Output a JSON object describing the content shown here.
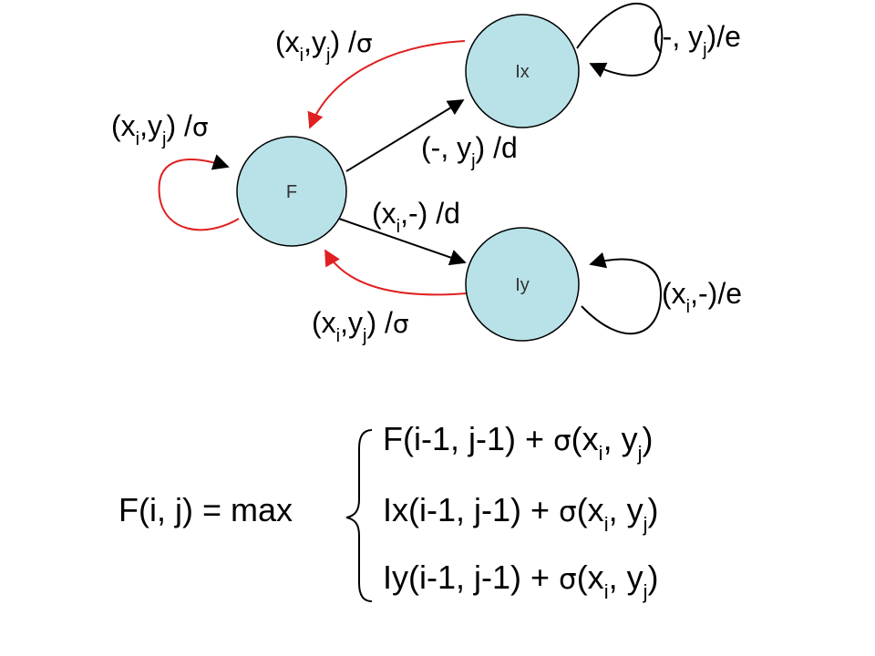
{
  "states": {
    "F": {
      "label": "F"
    },
    "Ix": {
      "label": "Ix"
    },
    "Iy": {
      "label": "Iy"
    }
  },
  "transitions": {
    "ix_to_f": {
      "x": "x",
      "i": "i",
      "y": "y",
      "j": "j",
      "sigma": "σ"
    },
    "f_self": {
      "x": "x",
      "i": "i",
      "y": "y",
      "j": "j",
      "sigma": "σ"
    },
    "iy_to_f": {
      "x": "x",
      "i": "i",
      "y": "y",
      "j": "j",
      "sigma": "σ"
    },
    "ix_self": {
      "prefix": "(-, y",
      "sub": "j",
      "suffix": ")/e"
    },
    "iy_self": {
      "prefix": "(x",
      "sub": "i",
      "suffix": ",-)/e"
    },
    "f_to_ix": {
      "prefix": "(-, y",
      "sub": "j",
      "suffix": ") /d"
    },
    "f_to_iy": {
      "prefix": "(x",
      "sub": "i",
      "suffix": ",-) /d"
    }
  },
  "recurrence": {
    "lhs": "F(i, j) = max",
    "cases": [
      {
        "term": "F(i-1, j-1) + ",
        "sigma": "σ",
        "x": "(x",
        "i": "i",
        "mid": ", y",
        "j": "j",
        "end": ")"
      },
      {
        "term": "Ix(i-1, j-1) + ",
        "sigma": "σ",
        "x": "(x",
        "i": "i",
        "mid": ", y",
        "j": "j",
        "end": ")"
      },
      {
        "term": "Iy(i-1, j-1) + ",
        "sigma": "σ",
        "x": "(x",
        "i": "i",
        "mid": ", y",
        "j": "j",
        "end": ")"
      }
    ]
  },
  "colors": {
    "node_fill": "#b8e2e8",
    "node_stroke": "#000000",
    "emission_arrow": "#e02020",
    "gap_arrow": "#000000"
  }
}
